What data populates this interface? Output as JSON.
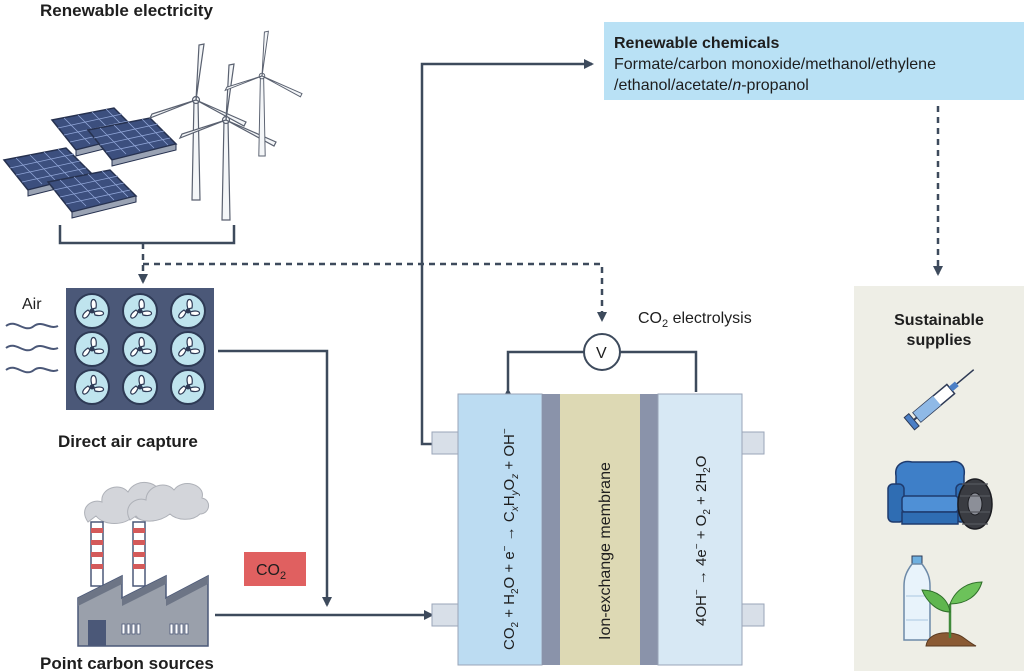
{
  "labels": {
    "renewable_electricity": "Renewable electricity",
    "air": "Air",
    "direct_air_capture": "Direct air capture",
    "point_carbon_sources": "Point carbon sources",
    "co2_badge": "CO",
    "co2_badge_sub": "2",
    "electrolysis": "CO",
    "electrolysis_sub": "2",
    "electrolysis_rest": " electrolysis",
    "voltmeter": "V",
    "membrane": "Ion-exchange membrane"
  },
  "chemicals": {
    "title": "Renewable chemicals",
    "line1": "Formate/carbon monoxide/methanol/ethylene",
    "line2_a": "/ethanol/acetate/",
    "line2_italic": "n",
    "line2_b": "-propanol"
  },
  "supplies": {
    "line1": "Sustainable",
    "line2": "supplies"
  },
  "equations": {
    "cathode": {
      "p1": "CO",
      "s1": "2",
      "p2": " + H",
      "s2": "2",
      "p3": "O + e",
      "sup1": "−",
      "arrow": " → ",
      "p4": "C",
      "s3": "x",
      "p5": "H",
      "s4": "y",
      "p6": "O",
      "s5": "z",
      "p7": " + OH",
      "sup2": "−"
    },
    "anode": {
      "p1": "4OH",
      "sup1": "−",
      "arrow": " → ",
      "p2": "4e",
      "sup2": "−",
      "p3": " + O",
      "s1": "2",
      "p4": " + 2H",
      "s2": "2",
      "p5": "O"
    }
  },
  "colors": {
    "line": "#3d4a5c",
    "chem_box": "#b9e1f5",
    "co2_badge": "#e06060",
    "supplies_panel": "#eeeee6",
    "cathode": "#bcdcf2",
    "anode": "#d7e8f4",
    "membrane": "#ddd9b4",
    "separator": "#8a93aa",
    "dac_unit": "#4b5878",
    "fan": "#bfe4ee"
  },
  "icons": [
    "solar-panel-icon",
    "wind-turbine-icon",
    "fan-icon",
    "factory-icon",
    "smoke-icon",
    "syringe-icon",
    "armchair-icon",
    "tire-icon",
    "bottle-icon",
    "seedling-icon"
  ]
}
